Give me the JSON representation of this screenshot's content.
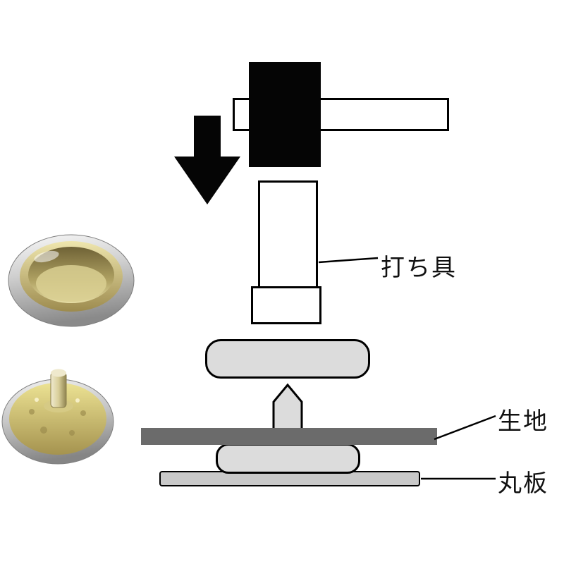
{
  "labels": {
    "tool": "打ち具",
    "fabric": "生地",
    "plate": "丸板"
  },
  "colors": {
    "outline": "#000000",
    "part_fill": "#dcdcdc",
    "fabric_fill": "#6b6b6b",
    "plate_fill": "#c9c9c9",
    "gold": "#cdbf76",
    "silver": "#b9b9b9",
    "background": "#ffffff"
  },
  "icons": {
    "down_arrow": "down-arrow"
  }
}
